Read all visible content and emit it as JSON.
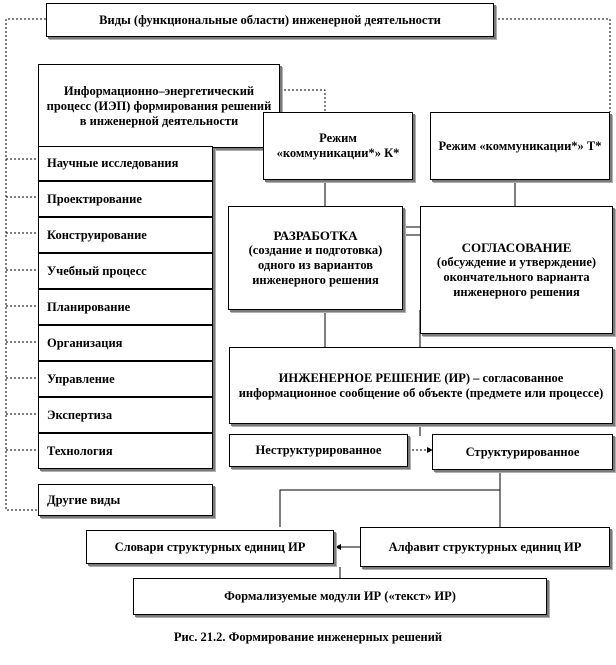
{
  "title": "Виды (функциональные области) инженерной деятельности",
  "iep": "Информационно–энергетический процесс (ИЭП) формирования решений в инженерной деятельности",
  "areas": [
    "Научные исследования",
    "Проектирование",
    "Конструирование",
    "Учебный процесс",
    "Планирование",
    "Организация",
    "Управление",
    "Экспертиза",
    "Технология"
  ],
  "other": "Другие виды",
  "mode_k": "Режим «коммуникации*» К*",
  "mode_t": "Режим «коммуникации*» Т*",
  "razrabotka_head": "РАЗРАБОТКА",
  "razrabotka_body": "(создание и подготовка) одного из вариантов инженерного решения",
  "soglasovanie_head": "СОГЛАСОВАНИЕ",
  "soglasovanie_body": "(обсуждение и утверждение) окончательного варианта инженерного решения",
  "ir": "ИНЖЕНЕРНОЕ РЕШЕНИЕ (ИР) – согласованное информационное сообщение об объекте (предмете или процессе)",
  "unstructured": "Неструктурированное",
  "structured": "Структурированное",
  "dictionaries": "Словари структурных единиц ИР",
  "alphabet": "Алфавит структурных единиц ИР",
  "modules": "Формализуемые модули ИР («текст» ИР)",
  "caption": "Рис. 21.2. Формирование инженерных решений"
}
